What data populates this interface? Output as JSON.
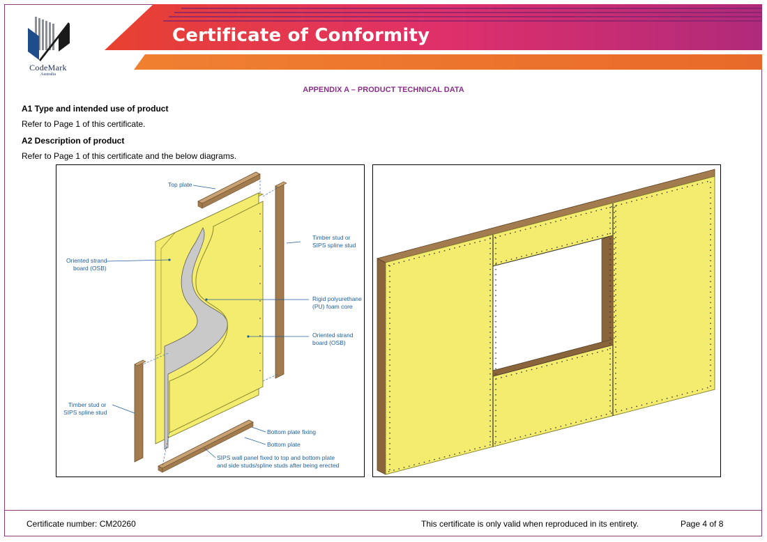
{
  "header": {
    "title": "Certificate of Conformity",
    "logo": {
      "name": "CodeMark",
      "name_display": "CodeMark",
      "sub": "Australia",
      "trademark": "®"
    }
  },
  "appendix_title": "APPENDIX A – PRODUCT TECHNICAL DATA",
  "sections": [
    {
      "heading": "A1 Type and intended use of product",
      "text": "Refer to Page 1 of this certificate."
    },
    {
      "heading": "A2 Description of product",
      "text": "Refer to Page 1 of this certificate and the below diagrams."
    }
  ],
  "diagram_left": {
    "labels": {
      "top_plate": "Top plate",
      "stud_right_1": "Timber stud or",
      "stud_right_2": "SIPS spline stud",
      "osb_left_1": "Oriented strand",
      "osb_left_2": "board (OSB)",
      "pu_1": "Rigid polyurethane",
      "pu_2": "(PU) foam core",
      "osb_right_1": "Oriented strand",
      "osb_right_2": "board (OSB)",
      "stud_left_1": "Timber stud or",
      "stud_left_2": "SIPS spline stud",
      "bottom_fixing": "Bottom plate fixing",
      "bottom_plate": "Bottom plate",
      "sips_1": "SIPS wall panel fixed to top and bottom plate",
      "sips_2": "and side studs/spline studs after being erected"
    }
  },
  "colors": {
    "accent": "#8b2f8a",
    "osb": "#f4ec6e",
    "timber": "#a27c4e",
    "label": "#1f5fa0"
  },
  "footer": {
    "certificate_number": "Certificate number: CM20260",
    "validity": "This certificate is only valid when reproduced in its entirety.",
    "page": "Page 4 of 8"
  }
}
